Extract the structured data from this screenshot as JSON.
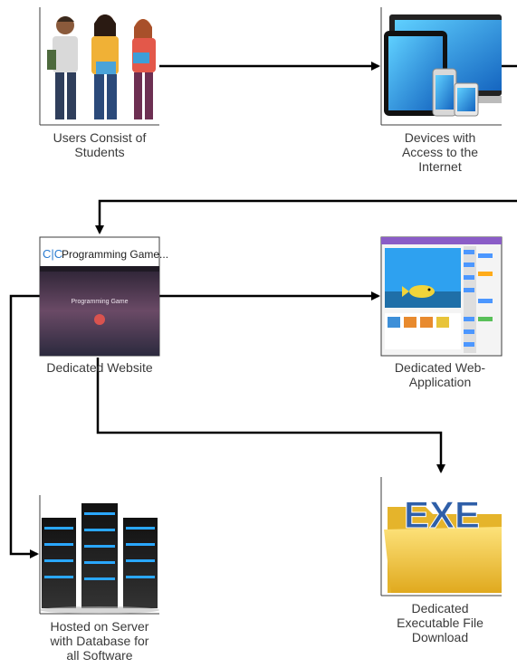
{
  "nodes": {
    "users": {
      "caption": "Users Consist of\nStudents"
    },
    "devices": {
      "caption": "Devices with\nAccess to the\nInternet"
    },
    "website": {
      "caption": "Dedicated  Website",
      "logo": "C|C",
      "title": "Programming Game...",
      "hero": "Programming Game"
    },
    "webapp": {
      "caption": "Dedicated Web-\nApplication"
    },
    "exe": {
      "caption": "Dedicated\nExecutable File\nDownload",
      "badge": "EXE"
    },
    "server": {
      "caption": "Hosted on Server\nwith Database for\nall Software"
    }
  },
  "colors": {
    "arrow": "#000000",
    "box_border": "#3c3c3c",
    "caption": "#3a3a3a",
    "device_blue": "#1e88e5",
    "server_glow": "#2aa7ff",
    "website_bg": "#3b2d3f",
    "webapp_sky": "#2ea1f0",
    "folder_yellow": "#f4c542",
    "exe_blue": "#2f5fa8"
  }
}
